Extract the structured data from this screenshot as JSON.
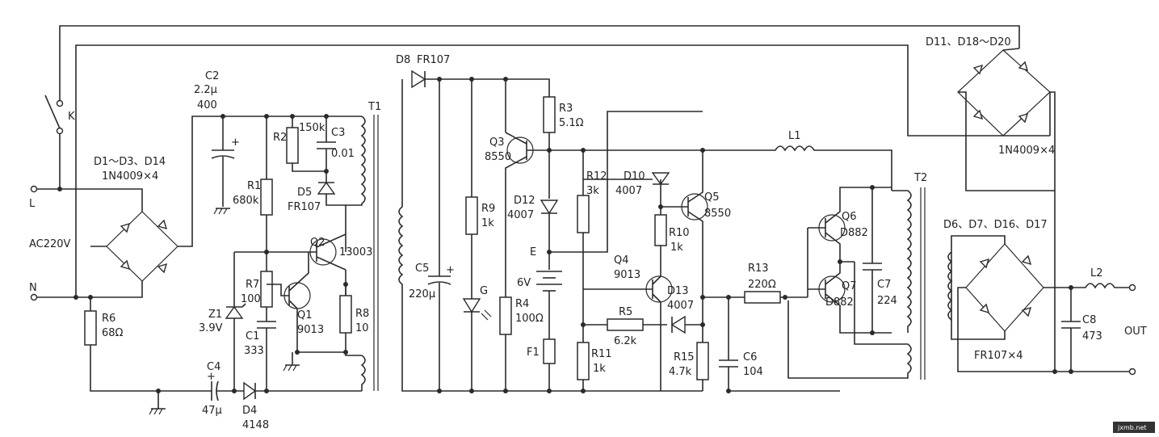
{
  "labels": {
    "ac_input": "AC220V",
    "terminal_l": "L",
    "terminal_n": "N",
    "switch_k": "K",
    "bridge1": "D1～D3、D14",
    "bridge1_type": "1N4009×4",
    "c2": "C2",
    "c2_value": "2.2μ",
    "c2_voltage": "400",
    "r1": "R1",
    "r1_value": "680k",
    "r2": "R2",
    "r2_value": "150k",
    "c3": "C3",
    "c3_value": "0.01",
    "d5": "D5",
    "d5_value": "FR107",
    "t1": "T1",
    "q2": "Q2",
    "q2_value": "13003",
    "r7": "R7",
    "r7_value": "100",
    "z1": "Z1",
    "z1_value": "3.9V",
    "c1": "C1",
    "c1_value": "333",
    "q1": "Q1",
    "q1_value": "9013",
    "r8": "R8",
    "r8_value": "10",
    "r6": "R6",
    "r6_value": "68Ω",
    "c4": "C4",
    "c4_value": "47μ",
    "d4": "D4",
    "d4_value": "4148",
    "d8": "D8",
    "d8_value": "FR107",
    "c5": "C5",
    "c5_value": "220μ",
    "r9": "R9",
    "r9_value": "1k",
    "led_g": "G",
    "q3": "Q3",
    "q3_value": "8550",
    "r3": "R3",
    "r3_value": "5.1Ω",
    "d12": "D12",
    "d12_value": "4007",
    "r12": "R12",
    "r12_value": "3k",
    "node_e": "E",
    "battery": "6V",
    "r4": "R4",
    "r4_value": "100Ω",
    "f1": "F1",
    "r11": "R11",
    "r11_value": "1k",
    "d10": "D10",
    "d10_value": "4007",
    "q5": "Q5",
    "q5_value": "8550",
    "r10": "R10",
    "r10_value": "1k",
    "q4": "Q4",
    "q4_value": "9013",
    "d13": "D13",
    "d13_value": "4007",
    "r5": "R5",
    "r5_value": "6.2k",
    "r15": "R15",
    "r15_value": "4.7k",
    "c6": "C6",
    "c6_value": "104",
    "l1": "L1",
    "r13": "R13",
    "r13_value": "220Ω",
    "q6": "Q6",
    "q6_value": "D882",
    "q7": "Q7",
    "q7_value": "D882",
    "c7": "C7",
    "c7_value": "224",
    "t2": "T2",
    "bridge2": "D11、D18～D20",
    "bridge2_type": "1N4009×4",
    "bridge3": "D6、D7、D16、D17",
    "bridge3_type": "FR107×4",
    "l2": "L2",
    "c8": "C8",
    "c8_value": "473",
    "out": "OUT",
    "watermark": "jxmb.net"
  }
}
